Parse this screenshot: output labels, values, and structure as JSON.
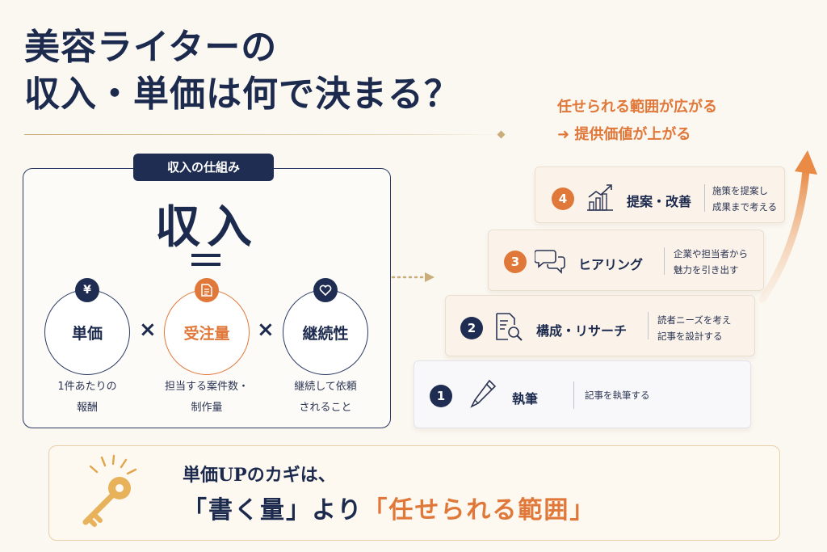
{
  "title": {
    "line1": "美容ライターの",
    "line2": "収入・単価は何で決まる？"
  },
  "income": {
    "tag": "収入の仕組み",
    "big": "収入",
    "factors": [
      {
        "label": "単価",
        "icon": "yen-icon",
        "icon_glyph": "¥",
        "desc1": "1件あたりの",
        "desc2": "報酬"
      },
      {
        "label": "受注量",
        "icon": "document-icon",
        "desc1": "担当する案件数・",
        "desc2": "制作量"
      },
      {
        "label": "継続性",
        "icon": "handshake-heart-icon",
        "desc1": "継続して依頼",
        "desc2": "されること"
      }
    ],
    "times": "×"
  },
  "growth": {
    "line1": "任せられる範囲が広がる",
    "line2": "➜ 提供価値が上がる"
  },
  "steps": [
    {
      "num": "1",
      "label": "執筆",
      "icon": "pen-icon",
      "desc1": "記事を執筆する",
      "desc2": ""
    },
    {
      "num": "2",
      "label": "構成・リサーチ",
      "icon": "document-search-icon",
      "desc1": "読者ニーズを考え",
      "desc2": "記事を設計する"
    },
    {
      "num": "3",
      "label": "ヒアリング",
      "icon": "chat-bubbles-icon",
      "desc1": "企業や担当者から",
      "desc2": "魅力を引き出す"
    },
    {
      "num": "4",
      "label": "提案・改善",
      "icon": "growth-chart-icon",
      "desc1": "施策を提案し",
      "desc2": "成果まで考える"
    }
  ],
  "banner": {
    "line1": "単価UPのカギは、",
    "line2_a": "「書く量」より",
    "line2_b": "「任せられる範囲」"
  },
  "colors": {
    "navy": "#1f2d52",
    "orange": "#e0783a",
    "gold": "#c9ad7a",
    "background": "#fbf7f1"
  }
}
